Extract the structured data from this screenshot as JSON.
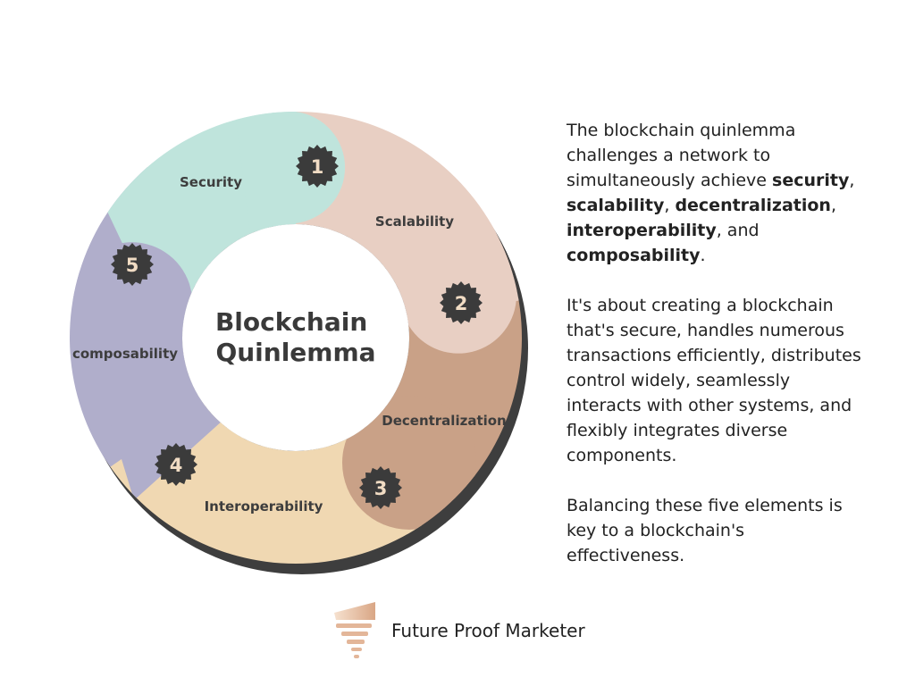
{
  "diagram": {
    "center_title": [
      "Blockchain",
      "Quinlemma"
    ],
    "segments": [
      {
        "number": "1",
        "label": "Security",
        "color": "#bfe4dc"
      },
      {
        "number": "2",
        "label": "Scalability",
        "color": "#e8cfc3"
      },
      {
        "number": "3",
        "label": "Decentralization",
        "color": "#c9a187"
      },
      {
        "number": "4",
        "label": "Interoperability",
        "color": "#f0d8b2"
      },
      {
        "number": "5",
        "label": "composability",
        "color": "#b0aecb"
      }
    ],
    "badge_color": "#3b3b3b",
    "shadow_color": "#3e3e3e"
  },
  "description": {
    "p1": [
      {
        "text": "The blockchain quinlemma challenges a network to simultaneously achieve ",
        "bold": false
      },
      {
        "text": "security",
        "bold": true
      },
      {
        "text": ", ",
        "bold": false
      },
      {
        "text": "scalability",
        "bold": true
      },
      {
        "text": ", ",
        "bold": false
      },
      {
        "text": "decentralization",
        "bold": true
      },
      {
        "text": ", ",
        "bold": false
      },
      {
        "text": "interoperability",
        "bold": true
      },
      {
        "text": ", and ",
        "bold": false
      },
      {
        "text": "composability",
        "bold": true
      },
      {
        "text": ".",
        "bold": false
      }
    ],
    "p2": "It's about creating a blockchain that's secure, handles numerous transactions efficiently, distributes control widely, seamlessly interacts with other systems, and flexibly integrates diverse components.",
    "p3": "Balancing these five elements is key to a blockchain's effectiveness."
  },
  "brand": {
    "name": "Future Proof Marketer",
    "logo_icon": "tornado-icon",
    "logo_color": "#e3b699"
  }
}
